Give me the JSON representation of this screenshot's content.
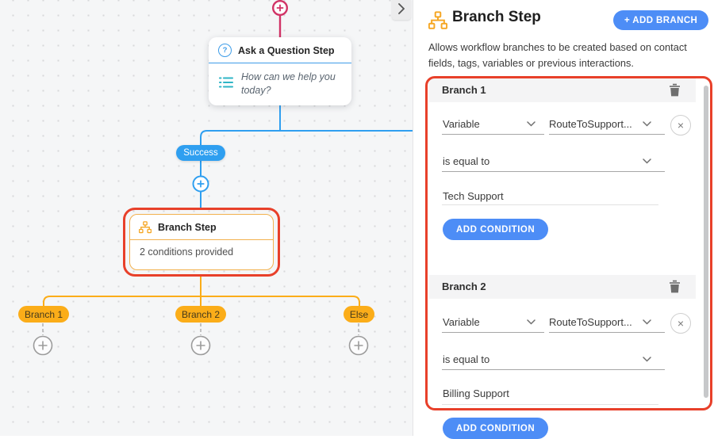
{
  "icons": {
    "question": "?",
    "close": "×"
  },
  "colors": {
    "flow_blue": "#2f9ff0",
    "flow_crimson": "#d13366",
    "flow_amber": "#fbad19",
    "annotation_red": "#e8402a",
    "button_blue": "#4d8df6"
  },
  "canvas": {
    "ask_question_step": {
      "title": "Ask a Question Step",
      "message": "How can we help you today?"
    },
    "success_badge": "Success",
    "branch_step_node": {
      "title": "Branch Step",
      "subtitle": "2 conditions provided"
    },
    "branch_badges": [
      "Branch 1",
      "Branch 2",
      "Else"
    ]
  },
  "panel": {
    "title": "Branch Step",
    "add_branch_button": "+ ADD BRANCH",
    "description": "Allows workflow branches to be created based on contact fields, tags, variables or previous interactions.",
    "add_condition_button": "ADD CONDITION",
    "branches": [
      {
        "name": "Branch 1",
        "field_type": "Variable",
        "field_value": "RouteToSupport...",
        "operator": "is equal to",
        "value": "Tech Support"
      },
      {
        "name": "Branch 2",
        "field_type": "Variable",
        "field_value": "RouteToSupport...",
        "operator": "is equal to",
        "value": "Billing Support"
      }
    ]
  }
}
